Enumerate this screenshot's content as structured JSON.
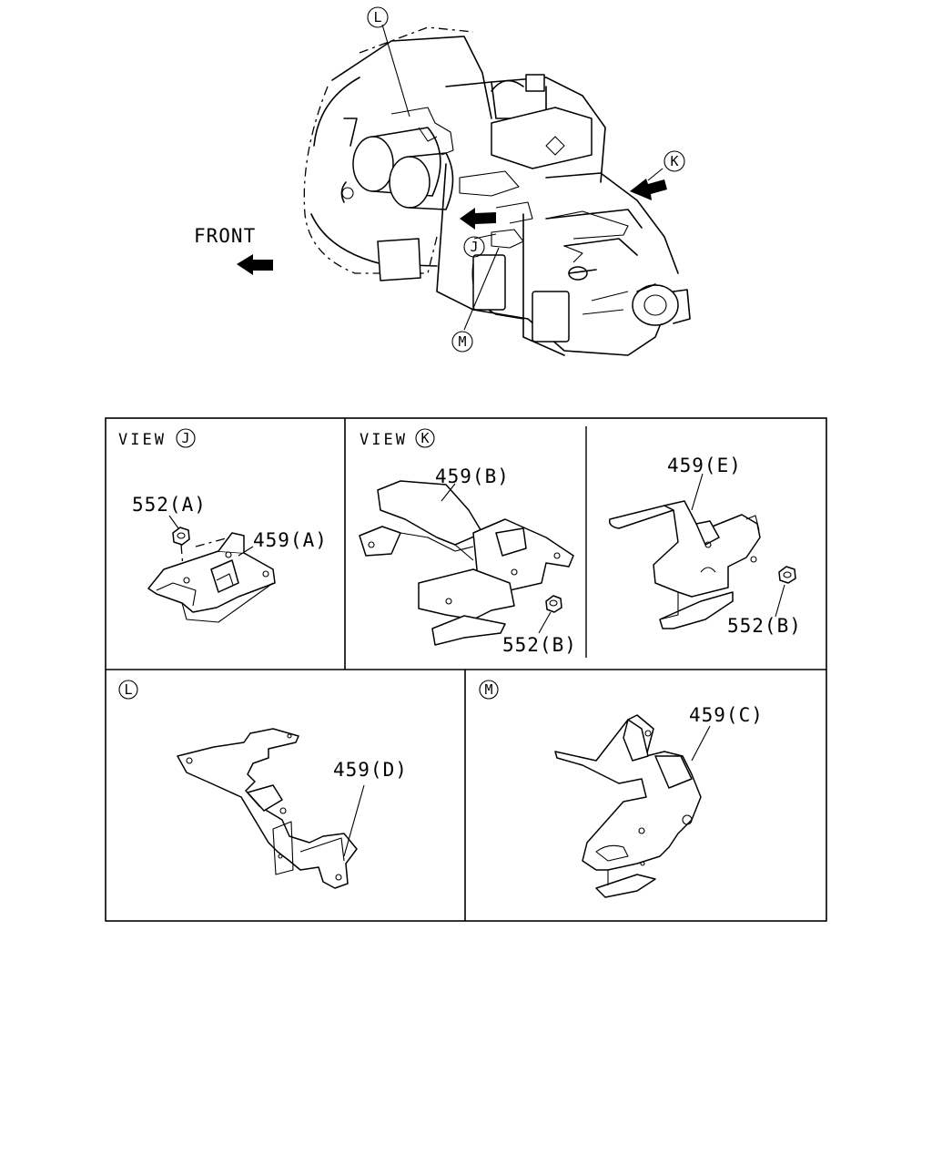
{
  "overview": {
    "front_label": "FRONT",
    "callouts": {
      "L": "L",
      "K": "K",
      "J": "J",
      "M": "M"
    }
  },
  "panels": {
    "view_j": {
      "title_prefix": "VIEW",
      "title_letter": "J",
      "part_nut": "552(A)",
      "part_bracket": "459(A)"
    },
    "view_k": {
      "title_prefix": "VIEW",
      "title_letter": "K",
      "part_bracket": "459(B)",
      "part_nut": "552(B)"
    },
    "view_k_right": {
      "part_bracket": "459(E)",
      "part_nut": "552(B)"
    },
    "detail_l": {
      "title_letter": "L",
      "part_bracket": "459(D)"
    },
    "detail_m": {
      "title_letter": "M",
      "part_bracket": "459(C)"
    }
  }
}
